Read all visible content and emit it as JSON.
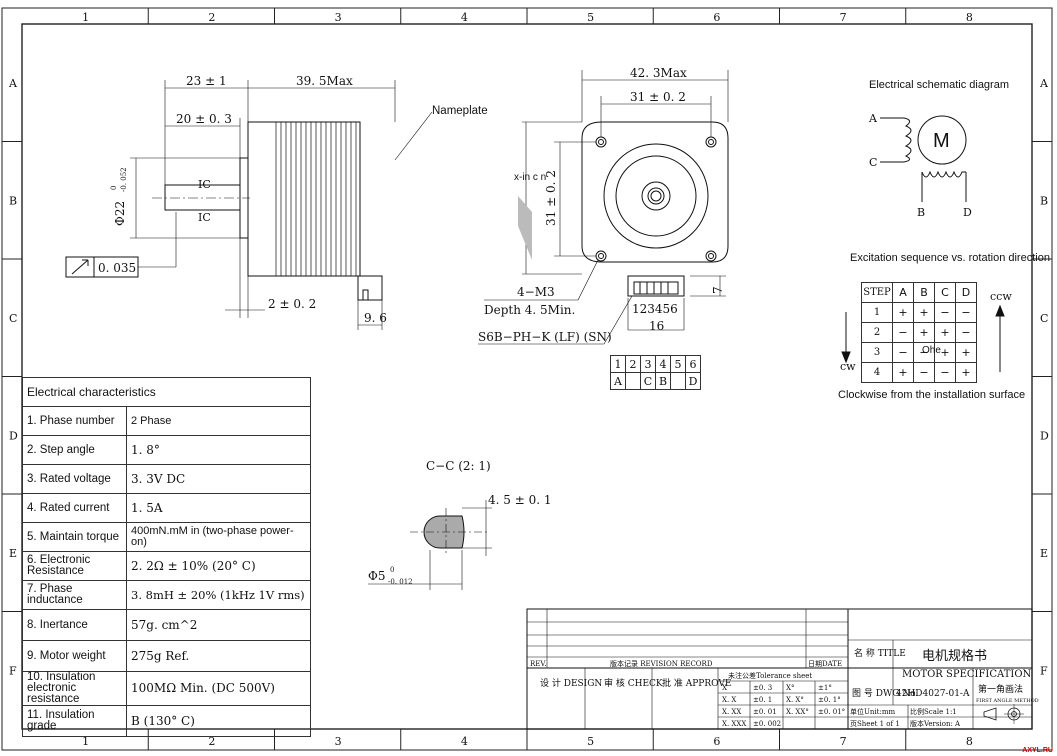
{
  "frame": {
    "columns": [
      "1",
      "2",
      "3",
      "4",
      "5",
      "6",
      "7",
      "8"
    ],
    "rows": [
      "A",
      "B",
      "C",
      "D",
      "E",
      "F"
    ]
  },
  "side_view": {
    "dim_23": "23 ± 1",
    "dim_39": "39. 5Max",
    "dim_20": "20 ± 0. 3",
    "dim_phi22": "Φ22",
    "dim_phi22_tol_upper": "0",
    "dim_phi22_tol_lower": "-0. 052",
    "ic_top": "IC",
    "ic_bottom": "IC",
    "runout": "0. 035",
    "dim_2": "2 ± 0. 2",
    "dim_9_6": "9. 6",
    "nameplate": "Nameplate"
  },
  "front_view": {
    "dim_42": "42. 3Max",
    "dim_31h": "31 ± 0. 2",
    "dim_31v": "31 ± 0. 2",
    "section_mark": "x-in c n",
    "holes_1": "4−M3",
    "holes_2": "Depth 4. 5Min.",
    "connector": "S6B−PH−K (LF) (SN)",
    "pin_numbers": "123456",
    "dim_16": "16",
    "dim_7": "7"
  },
  "pin_table": {
    "numbers": [
      "1",
      "2",
      "3",
      "4",
      "5",
      "6"
    ],
    "letters": [
      "A",
      "",
      "C",
      "B",
      "",
      "D"
    ]
  },
  "shaft_section": {
    "title": "C−C (2: 1)",
    "dim_flat": "4. 5 ± 0. 1",
    "dim_phi5": "Φ5",
    "dim_phi5_tol_upper": "0",
    "dim_phi5_tol_lower": "-0. 012"
  },
  "schematic": {
    "title": "Electrical schematic diagram",
    "motor": "M",
    "labels": [
      "A",
      "C",
      "B",
      "D"
    ]
  },
  "excitation": {
    "title": "Excitation sequence vs. rotation direction",
    "header": [
      "STEP",
      "A",
      "B",
      "C",
      "D"
    ],
    "rows": [
      [
        "1",
        "+",
        "+",
        "−",
        "−"
      ],
      [
        "2",
        "−",
        "+",
        "+",
        "−"
      ],
      [
        "3",
        "−",
        "−",
        "+",
        "+"
      ],
      [
        "4",
        "+",
        "−",
        "−",
        "+"
      ]
    ],
    "overlap": "Ohe",
    "ccw": "ccw",
    "cw": "cw",
    "note": "Clockwise from the installation surface"
  },
  "specs": {
    "title": "Electrical characteristics",
    "rows": [
      {
        "k": "1. Phase number",
        "v": "2 Phase"
      },
      {
        "k": "2.   Step angle",
        "v": "1. 8°"
      },
      {
        "k": "3. Rated voltage",
        "v": "3. 3V DC"
      },
      {
        "k": "4. Rated current",
        "v": "1. 5A"
      },
      {
        "k": "5. Maintain torque",
        "v": "400mN.mM in (two-phase power-on)"
      },
      {
        "k": "6.  Electronic Resistance",
        "v": "2. 2Ω ± 10% (20° C)"
      },
      {
        "k": "7.   Phase inductance",
        "v": "3. 8mH ± 20% (1kHz 1V rms)"
      },
      {
        "k": "8. Inertance",
        "v": "57g. cm^2"
      },
      {
        "k": "9. Motor weight",
        "v": "275g Ref."
      },
      {
        "k": "10. Insulation electronic resistance",
        "v": "100MΩ Min. (DC 500V)"
      },
      {
        "k": "11. Insulation grade",
        "v": "B (130° C)"
      }
    ]
  },
  "title_block": {
    "rev": "REV.",
    "revision_record": "版本记录 REVISION RECORD",
    "date": "日期DATE",
    "design": "设 计 DESIGN",
    "check": "审 核 CHECK",
    "approve": "批 准 APPROVE",
    "tolerance": "未注公差Tolerance sheet",
    "tol_rows": [
      [
        "X",
        "±0. 3",
        "X°",
        "±1°"
      ],
      [
        "X. X",
        "±0. 1",
        "X. X°",
        "±0. 1°"
      ],
      [
        "X. XX",
        "±0. 01",
        "X. XX°",
        "±0. 01°"
      ],
      [
        "X. XXX",
        "±0. 002",
        "",
        ""
      ]
    ],
    "name_label": "名 称 TITLE",
    "name_value_cn": "电机规格书",
    "name_value_en": "MOTOR SPECIFICATION",
    "dwg_label": "图 号 DWG No.",
    "dwg_value": "42HD4027-01-A",
    "angle_cn": "第一角画法",
    "angle_en": "FIRST ANGLE METHOD",
    "unit": "单位Unit:mm",
    "scale": "比例Scale 1:1",
    "sheet": "页Sheet 1 of 1",
    "version": "版本Version: A"
  },
  "watermark": "AXYL.RU"
}
